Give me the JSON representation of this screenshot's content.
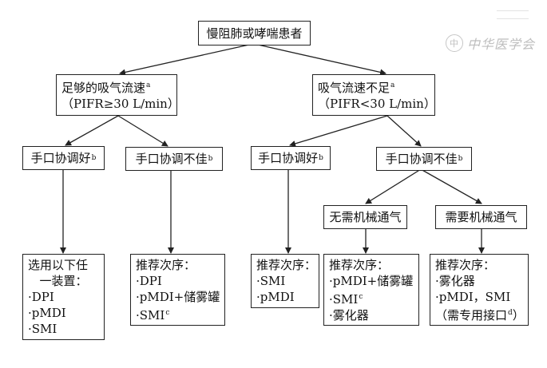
{
  "root": "慢阻肺或哮喘患者",
  "left_flow": {
    "line1": "足够的吸气流速",
    "sup": "a",
    "line2": "（PIFR≥30 L/min）"
  },
  "right_flow": {
    "line1": "吸气流速不足",
    "sup": "a",
    "line2": "（PIFR<30 L/min）"
  },
  "coord_good_1": {
    "text": "手口协调好",
    "sup": "b"
  },
  "coord_poor_1": {
    "text": "手口协调不佳",
    "sup": "b"
  },
  "coord_good_2": {
    "text": "手口协调好",
    "sup": "b"
  },
  "coord_poor_2": {
    "text": "手口协调不佳",
    "sup": "b"
  },
  "no_mech": "无需机械通气",
  "need_mech": "需要机械通气",
  "leaf1": {
    "line1": "选用以下任",
    "line2": "一装置：",
    "items": [
      "·DPI",
      "·pMDI",
      "·SMI"
    ]
  },
  "leaf2": {
    "title": "推荐次序：",
    "items": [
      "·DPI",
      "·pMDI+储雾罐"
    ],
    "smi": "·SMI",
    "smi_sup": "c"
  },
  "leaf3": {
    "title": "推荐次序：",
    "items": [
      "·SMI",
      "·pMDI"
    ]
  },
  "leaf4": {
    "title": "推荐次序：",
    "item1": "·pMDI+储雾罐",
    "smi": "·SMI",
    "smi_sup": "c",
    "item3": "·雾化器"
  },
  "leaf5": {
    "title": "推荐次序：",
    "item1": "·雾化器",
    "item2": "·pMDI，SMI",
    "item3": "（需专用接口",
    "item3_sup": "d",
    "item3_end": "）"
  },
  "watermark": {
    "seal": "中",
    "text": "中华医学会"
  }
}
